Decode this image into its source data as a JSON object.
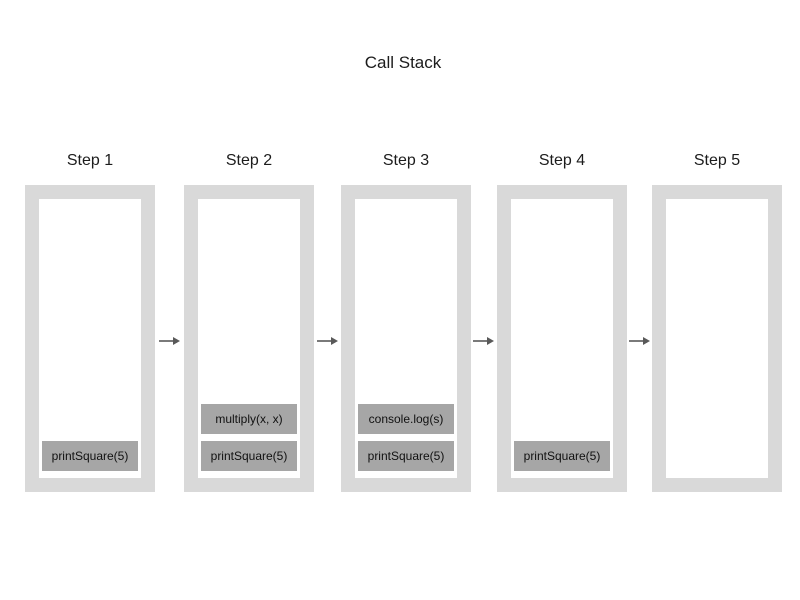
{
  "title": "Call Stack",
  "colors": {
    "frame": "#d9d9d9",
    "box": "#a6a6a6",
    "arrow": "#595959",
    "text": "#1c1c1c"
  },
  "arrow": {
    "icon_name": "right-arrow-icon",
    "glyph": "→",
    "count": 4
  },
  "steps": [
    {
      "label": "Step 1",
      "frames": [
        "printSquare(5)"
      ]
    },
    {
      "label": "Step 2",
      "frames": [
        "multiply(x, x)",
        "printSquare(5)"
      ]
    },
    {
      "label": "Step 3",
      "frames": [
        "console.log(s)",
        "printSquare(5)"
      ]
    },
    {
      "label": "Step 4",
      "frames": [
        "printSquare(5)"
      ]
    },
    {
      "label": "Step 5",
      "frames": []
    }
  ]
}
